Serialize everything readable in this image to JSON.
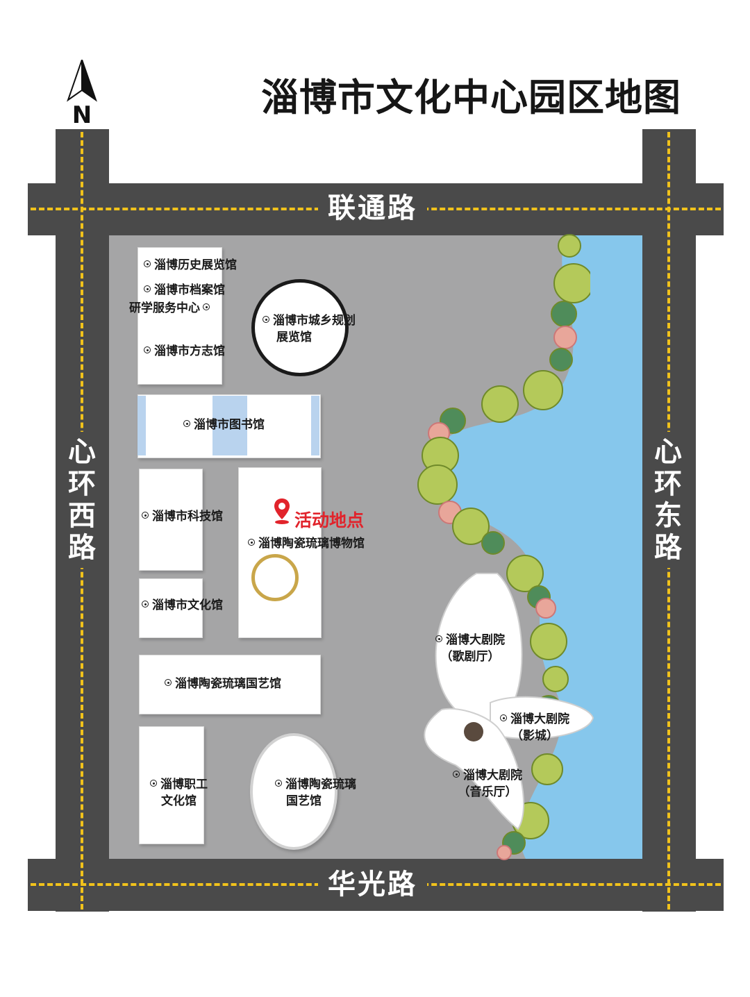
{
  "map": {
    "title": "淄博市文化中心园区地图",
    "north_label": "N",
    "roads": {
      "north": "联通路",
      "south": "华光路",
      "west": [
        "心",
        "环",
        "西",
        "路"
      ],
      "east": [
        "心",
        "环",
        "东",
        "路"
      ]
    },
    "event_marker": "活动地点",
    "places": {
      "history": "淄博历史展览馆",
      "archives": "淄博市档案馆",
      "study": "研学服务中心",
      "chronicles": "淄博市方志馆",
      "planning_1": "淄博市城乡规划",
      "planning_2": "展览馆",
      "library": "淄博市图书馆",
      "science": "淄博市科技馆",
      "ceramics_museum": "淄博陶瓷琉璃博物馆",
      "culture": "淄博市文化馆",
      "art_gallery": "淄博陶瓷琉璃国艺馆",
      "workers_1": "淄博职工",
      "workers_2": "文化馆",
      "art_oval_1": "淄博陶瓷琉璃",
      "art_oval_2": "国艺馆",
      "opera_1": "淄博大剧院",
      "opera_2": "（歌剧厅）",
      "cinema_1": "淄博大剧院",
      "cinema_2": "（影城）",
      "concert_1": "淄博大剧院",
      "concert_2": "（音乐厅）"
    },
    "colors": {
      "road": "#4a4a4a",
      "lane_marking": "#f1c21b",
      "park": "#a5a5a6",
      "river": "#86c7ec",
      "event": "#e1232b"
    }
  }
}
